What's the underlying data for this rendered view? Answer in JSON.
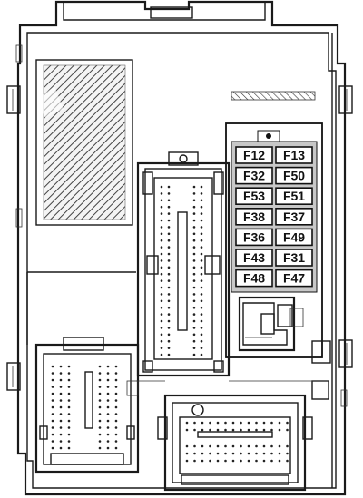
{
  "fuses": [
    [
      "F12",
      "F13"
    ],
    [
      "F32",
      "F50"
    ],
    [
      "F53",
      "F51"
    ],
    [
      "F38",
      "F37"
    ],
    [
      "F36",
      "F49"
    ],
    [
      "F43",
      "F31"
    ],
    [
      "F48",
      "F47"
    ]
  ],
  "colors": {
    "line": "#1a1a1a",
    "fuse_panel_bg": "#c8c8c8",
    "fuse_cell_bg": "#ffffff",
    "hatch": "#444444"
  }
}
